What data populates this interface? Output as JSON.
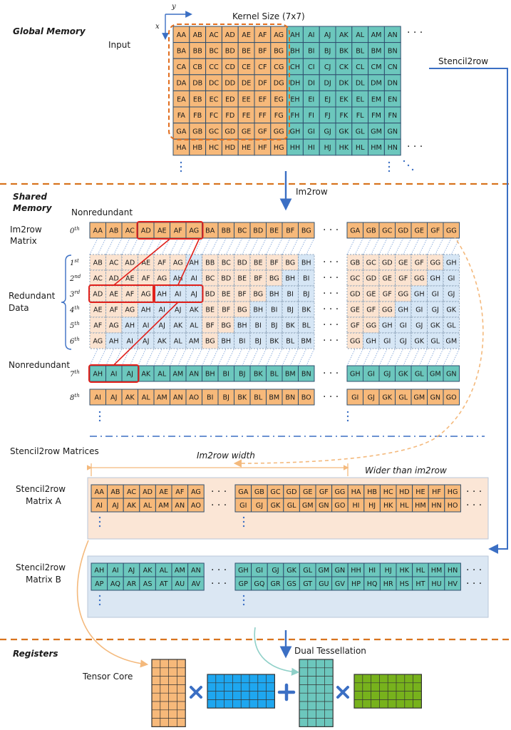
{
  "colors": {
    "orange": "#f7b97a",
    "teal": "#6cc7bd",
    "peach": "#fbe3d0",
    "lightblue": "#d6e6f5",
    "blue_fill": "#1ea7f0",
    "green_fill": "#77b21c",
    "red": "#e0201b",
    "dashed_orange": "#e26e1e",
    "arrow_blue": "#3b6fc4",
    "panel_peach": "#fbe6d6",
    "panel_blue": "#dbe7f3"
  },
  "sections": {
    "global": "Global Memory",
    "shared": "Shared Memory",
    "registers": "Registers"
  },
  "labels": {
    "axis_y": "y",
    "axis_x": "x",
    "kernel_size": "Kernel Size (7x7)",
    "input": "Input",
    "stencil2row": "Stencil2row",
    "im2row": "Im2row",
    "nonredundant_top": "Nonredundant",
    "im2row_matrix": "Im2row Matrix",
    "redundant_data": "Redundant Data",
    "nonredundant_mid": "Nonredundant",
    "stencil2row_matrices": "Stencil2row Matrices",
    "im2row_width": "Im2row width",
    "wider": "Wider than im2row",
    "matrix_a": "Stencil2row Matrix A",
    "matrix_b": "Stencil2row Matrix B",
    "tensor_core": "Tensor Core",
    "dual_tessellation": "Dual Tessellation"
  },
  "ordinals": [
    "0th",
    "1st",
    "2nd",
    "3rd",
    "4th",
    "5th",
    "6th",
    "7th",
    "8th"
  ],
  "input_grid": [
    [
      "AA",
      "AB",
      "AC",
      "AD",
      "AE",
      "AF",
      "AG",
      "AH",
      "AI",
      "AJ",
      "AK",
      "AL",
      "AM",
      "AN"
    ],
    [
      "BA",
      "BB",
      "BC",
      "BD",
      "BE",
      "BF",
      "BG",
      "BH",
      "BI",
      "BJ",
      "BK",
      "BL",
      "BM",
      "BN"
    ],
    [
      "CA",
      "CB",
      "CC",
      "CD",
      "CE",
      "CF",
      "CG",
      "CH",
      "CI",
      "CJ",
      "CK",
      "CL",
      "CM",
      "CN"
    ],
    [
      "DA",
      "DB",
      "DC",
      "DD",
      "DE",
      "DF",
      "DG",
      "DH",
      "DI",
      "DJ",
      "DK",
      "DL",
      "DM",
      "DN"
    ],
    [
      "EA",
      "EB",
      "EC",
      "ED",
      "EE",
      "EF",
      "EG",
      "EH",
      "EI",
      "EJ",
      "EK",
      "EL",
      "EM",
      "EN"
    ],
    [
      "FA",
      "FB",
      "FC",
      "FD",
      "FE",
      "FF",
      "FG",
      "FH",
      "FI",
      "FJ",
      "FK",
      "FL",
      "FM",
      "FN"
    ],
    [
      "GA",
      "GB",
      "GC",
      "GD",
      "GE",
      "GF",
      "GG",
      "GH",
      "GI",
      "GJ",
      "GK",
      "GL",
      "GM",
      "GN"
    ],
    [
      "HA",
      "HB",
      "HC",
      "HD",
      "HE",
      "HF",
      "HG",
      "HH",
      "HI",
      "HJ",
      "HK",
      "HL",
      "HM",
      "HN"
    ]
  ],
  "im2row_left": [
    [
      "AA",
      "AB",
      "AC",
      "AD",
      "AE",
      "AF",
      "AG",
      "BA",
      "BB",
      "BC",
      "BD",
      "BE",
      "BF",
      "BG"
    ],
    [
      "AB",
      "AC",
      "AD",
      "AE",
      "AF",
      "AG",
      "AH",
      "BB",
      "BC",
      "BD",
      "BE",
      "BF",
      "BG",
      "BH"
    ],
    [
      "AC",
      "AD",
      "AE",
      "AF",
      "AG",
      "AH",
      "AI",
      "BC",
      "BD",
      "BE",
      "BF",
      "BG",
      "BH",
      "BI"
    ],
    [
      "AD",
      "AE",
      "AF",
      "AG",
      "AH",
      "AI",
      "AJ",
      "BD",
      "BE",
      "BF",
      "BG",
      "BH",
      "BI",
      "BJ"
    ],
    [
      "AE",
      "AF",
      "AG",
      "AH",
      "AI",
      "AJ",
      "AK",
      "BE",
      "BF",
      "BG",
      "BH",
      "BI",
      "BJ",
      "BK"
    ],
    [
      "AF",
      "AG",
      "AH",
      "AI",
      "AJ",
      "AK",
      "AL",
      "BF",
      "BG",
      "BH",
      "BI",
      "BJ",
      "BK",
      "BL"
    ],
    [
      "AG",
      "AH",
      "AI",
      "AJ",
      "AK",
      "AL",
      "AM",
      "BG",
      "BH",
      "BI",
      "BJ",
      "BK",
      "BL",
      "BM"
    ],
    [
      "AH",
      "AI",
      "AJ",
      "AK",
      "AL",
      "AM",
      "AN",
      "BH",
      "BI",
      "BJ",
      "BK",
      "BL",
      "BM",
      "BN"
    ],
    [
      "AI",
      "AJ",
      "AK",
      "AL",
      "AM",
      "AN",
      "AO",
      "BI",
      "BJ",
      "BK",
      "BL",
      "BM",
      "BN",
      "BO"
    ]
  ],
  "im2row_right": [
    [
      "GA",
      "GB",
      "GC",
      "GD",
      "GE",
      "GF",
      "GG"
    ],
    [
      "GB",
      "GC",
      "GD",
      "GE",
      "GF",
      "GG",
      "GH"
    ],
    [
      "GC",
      "GD",
      "GE",
      "GF",
      "GG",
      "GH",
      "GI"
    ],
    [
      "GD",
      "GE",
      "GF",
      "GG",
      "GH",
      "GI",
      "GJ"
    ],
    [
      "GE",
      "GF",
      "GG",
      "GH",
      "GI",
      "GJ",
      "GK"
    ],
    [
      "GF",
      "GG",
      "GH",
      "GI",
      "GJ",
      "GK",
      "GL"
    ],
    [
      "GG",
      "GH",
      "GI",
      "GJ",
      "GK",
      "GL",
      "GM"
    ],
    [
      "GH",
      "GI",
      "GJ",
      "GK",
      "GL",
      "GM",
      "GN"
    ],
    [
      "GI",
      "GJ",
      "GK",
      "GL",
      "GM",
      "GN",
      "GO"
    ]
  ],
  "matrix_a": {
    "left": [
      [
        "AA",
        "AB",
        "AC",
        "AD",
        "AE",
        "AF",
        "AG"
      ],
      [
        "AI",
        "AJ",
        "AK",
        "AL",
        "AM",
        "AN",
        "AO"
      ]
    ],
    "right": [
      [
        "GA",
        "GB",
        "GC",
        "GD",
        "GE",
        "GF",
        "GG",
        "HA",
        "HB",
        "HC",
        "HD",
        "HE",
        "HF",
        "HG"
      ],
      [
        "GI",
        "GJ",
        "GK",
        "GL",
        "GM",
        "GN",
        "GO",
        "HI",
        "HJ",
        "HK",
        "HL",
        "HM",
        "HN",
        "HO"
      ]
    ]
  },
  "matrix_b": {
    "left": [
      [
        "AH",
        "AI",
        "AJ",
        "AK",
        "AL",
        "AM",
        "AN"
      ],
      [
        "AP",
        "AQ",
        "AR",
        "AS",
        "AT",
        "AU",
        "AV"
      ]
    ],
    "right": [
      [
        "GH",
        "GI",
        "GJ",
        "GK",
        "GL",
        "GM",
        "GN",
        "HH",
        "HI",
        "HJ",
        "HK",
        "HL",
        "HM",
        "HN"
      ],
      [
        "GP",
        "GQ",
        "GR",
        "GS",
        "GT",
        "GU",
        "GV",
        "HP",
        "HQ",
        "HR",
        "HS",
        "HT",
        "HU",
        "HV"
      ]
    ]
  }
}
